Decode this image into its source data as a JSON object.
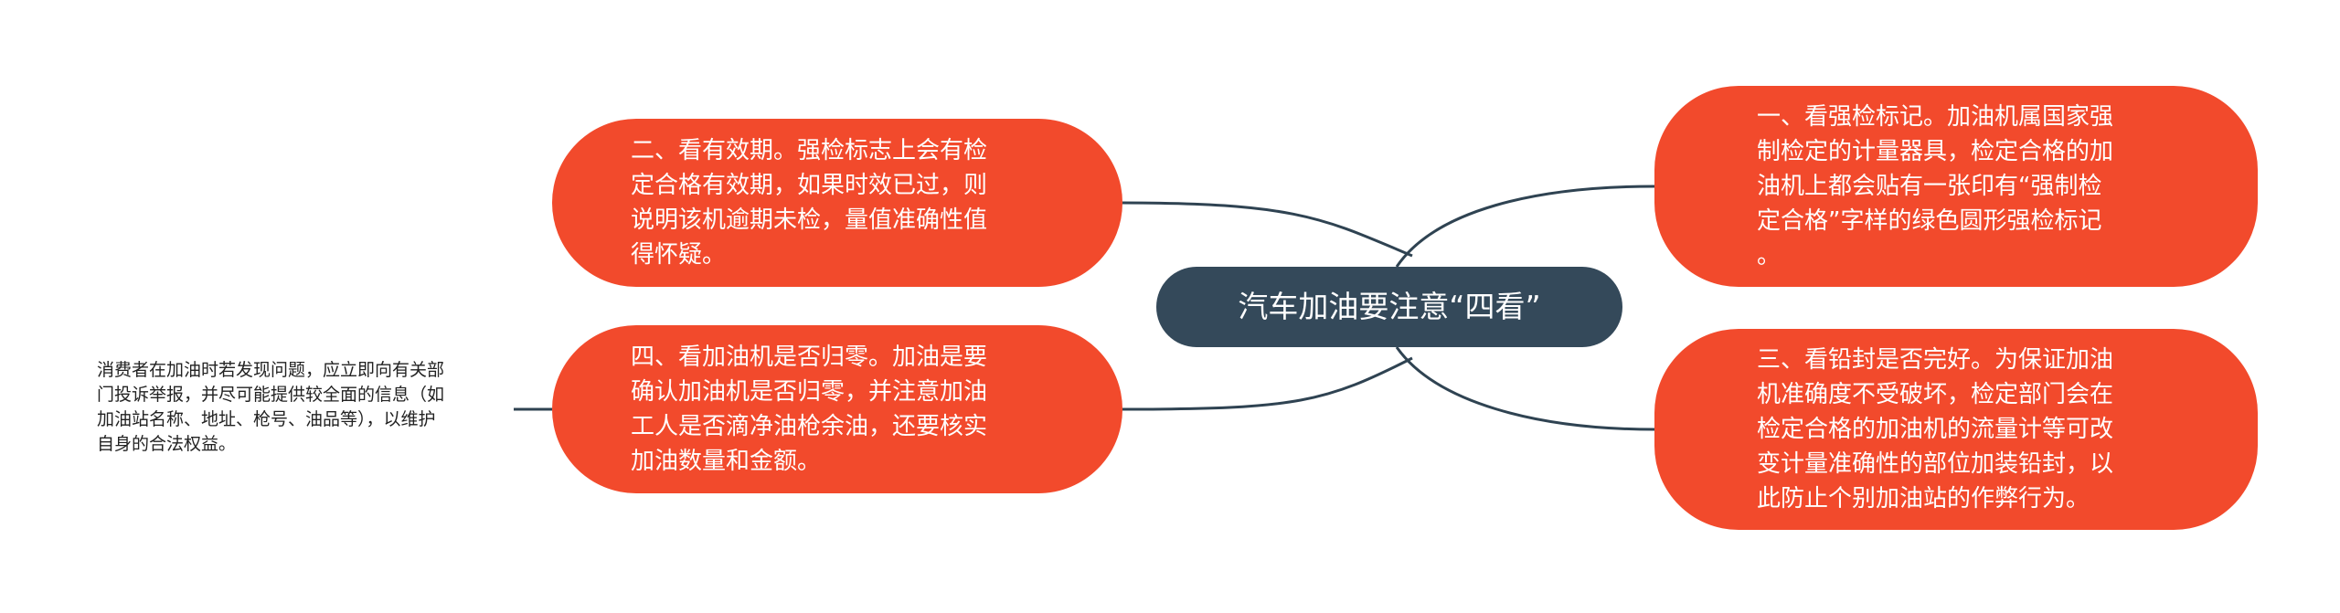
{
  "center": {
    "label": "汽车加油要注意“四看”"
  },
  "branches": {
    "first": "一、看强检标记。加油机属国家强\n制检定的计量器具，检定合格的加\n油机上都会贴有一张印有“强制检\n定合格”字样的绿色圆形强检标记\n。",
    "second": "二、看有效期。强检标志上会有检\n定合格有效期，如果时效已过，则\n说明该机逾期未检，量值准确性值\n得怀疑。",
    "third": "三、看铅封是否完好。为保证加油\n机准确度不受破坏，检定部门会在\n检定合格的加油机的流量计等可改\n变计量准确性的部位加装铅封，以\n此防止个别加油站的作弊行为。",
    "fourth": "四、看加油机是否归零。加油是要\n确认加油机是否归零，并注意加油\n工人是否滴净油枪余油，还要核实\n加油数量和金额。"
  },
  "note": {
    "text": "消费者在加油时若发现问题，应立即向有关部\n门投诉举报，并尽可能提供较全面的信息（如\n加油站名称、地址、枪号、油品等），以维护\n自身的合法权益。"
  },
  "colors": {
    "branch_fill": "#f24a2c",
    "center_fill": "#34495a",
    "connector": "#2f4352",
    "text_light": "#ffffff",
    "note_text": "#222222"
  }
}
